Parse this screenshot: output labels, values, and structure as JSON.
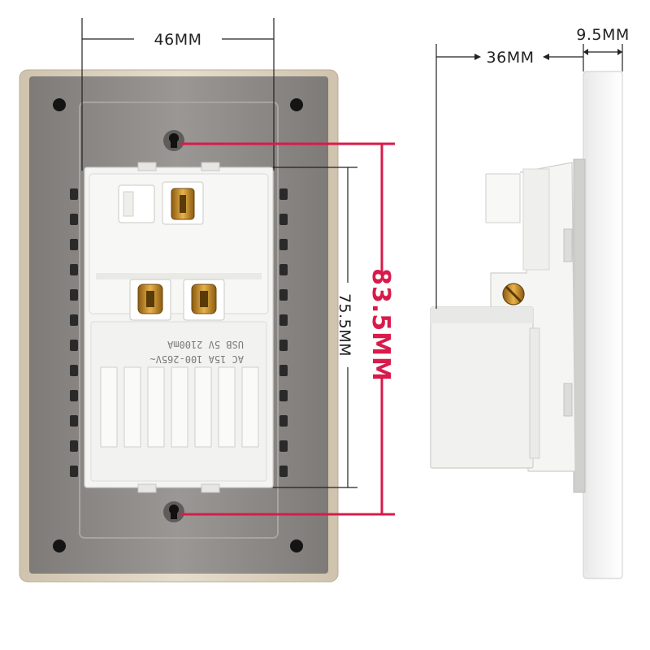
{
  "dimensions": {
    "width_front": "46MM",
    "depth_side": "36MM",
    "plate_thickness": "9.5MM",
    "module_height": "75.5MM",
    "mount_spacing": "83.5MM"
  },
  "module_label": {
    "line1": "AC 15A 100-265V~",
    "line2": "USB 5V 2100mA"
  },
  "colors": {
    "highlight": "#d81b4a",
    "frame_gold": "#d8cdb9",
    "back_plate": "#8a8784",
    "module_white": "#f4f4f2",
    "brass": "#c98a1c"
  }
}
